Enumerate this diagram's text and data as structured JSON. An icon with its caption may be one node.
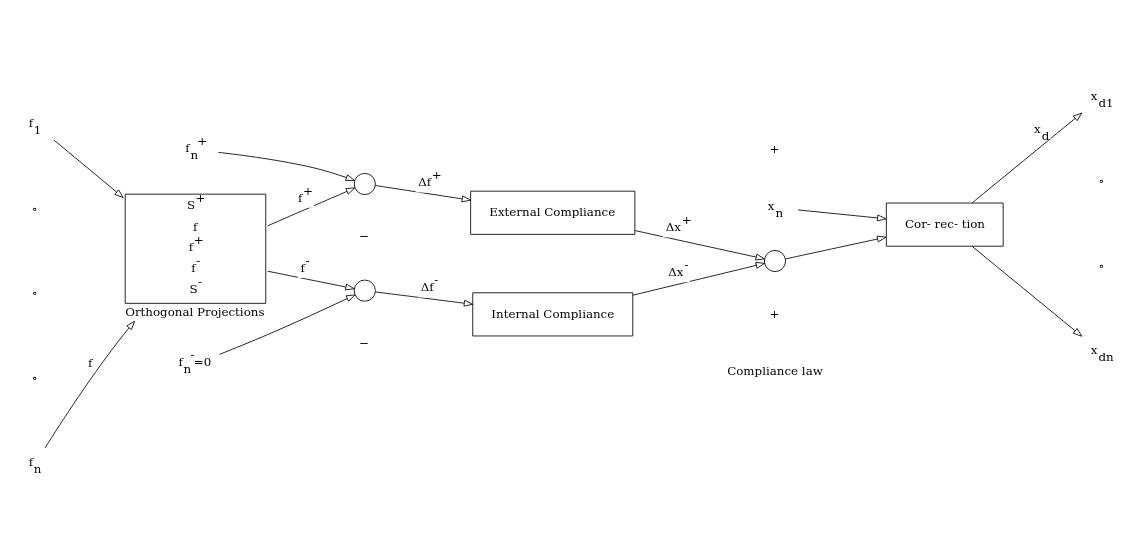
{
  "diagram": {
    "nodes": [
      {
        "text": [
          "f$_{1}$"
        ]
      },
      {
        "text": [
          "f$_{n}$"
        ]
      },
      {
        "text": [
          "S$^{+}$",
          "f",
          "f$^{+}$",
          "f$^{-}$",
          "S$^{-}$",
          "Orthogonal Projections"
        ]
      },
      {
        "text": [],
        "shape": "circle"
      },
      {
        "text": [
          "f$_{n}$$^{+}$"
        ]
      },
      {
        "text": [
          "External Compliance"
        ]
      },
      {
        "text": [],
        "shape": "circle"
      },
      {
        "text": [
          "f$_{n}$$^{-}$=0"
        ]
      },
      {
        "text": [
          "Internal Compliance"
        ]
      },
      {
        "text": [],
        "shape": "circle"
      },
      {
        "text": [
          "x$_{n}$"
        ]
      },
      {
        "text": [
          "Cor- rec- tion"
        ]
      },
      {
        "text": [
          "x$_{d1}$"
        ]
      },
      {
        "text": [
          "x$_{dn}$"
        ]
      }
    ],
    "edges": [
      {
        "from": 0,
        "to": 2,
        "arrow": "to"
      },
      {
        "from": 1,
        "to": 2,
        "arrow": "to",
        "label": "f"
      },
      {
        "from": 2,
        "to": 3,
        "arrow": "to",
        "label": "f$^{+}$"
      },
      {
        "from": 4,
        "to": 3,
        "arrow": "to"
      },
      {
        "from": 3,
        "to": 5,
        "arrow": "to",
        "label": "Δf$^{+}$"
      },
      {
        "from": 2,
        "to": 6,
        "arrow": "to",
        "label": "f$^{-}$"
      },
      {
        "from": 7,
        "to": 6,
        "arrow": "to"
      },
      {
        "from": 6,
        "to": 8,
        "arrow": "to",
        "label": "Δf$^{-}$"
      },
      {
        "from": 5,
        "to": 9,
        "arrow": "to",
        "label": "Δx$^{+}$"
      },
      {
        "from": 8,
        "to": 9,
        "arrow": "to",
        "label": "Δx$^{-}$"
      },
      {
        "from": 9,
        "to": 11,
        "arrow": "to"
      },
      {
        "from": 10,
        "to": 11,
        "arrow": "to"
      },
      {
        "from": 11,
        "to": 12,
        "arrow": "to",
        "label": "x$_{d}$"
      },
      {
        "from": 11,
        "to": 13,
        "arrow": "to"
      }
    ],
    "labels": [
      "∘",
      "∘",
      "∘",
      "−",
      "+",
      "+",
      "−",
      "Compliance law",
      "∘",
      "∘"
    ]
  }
}
